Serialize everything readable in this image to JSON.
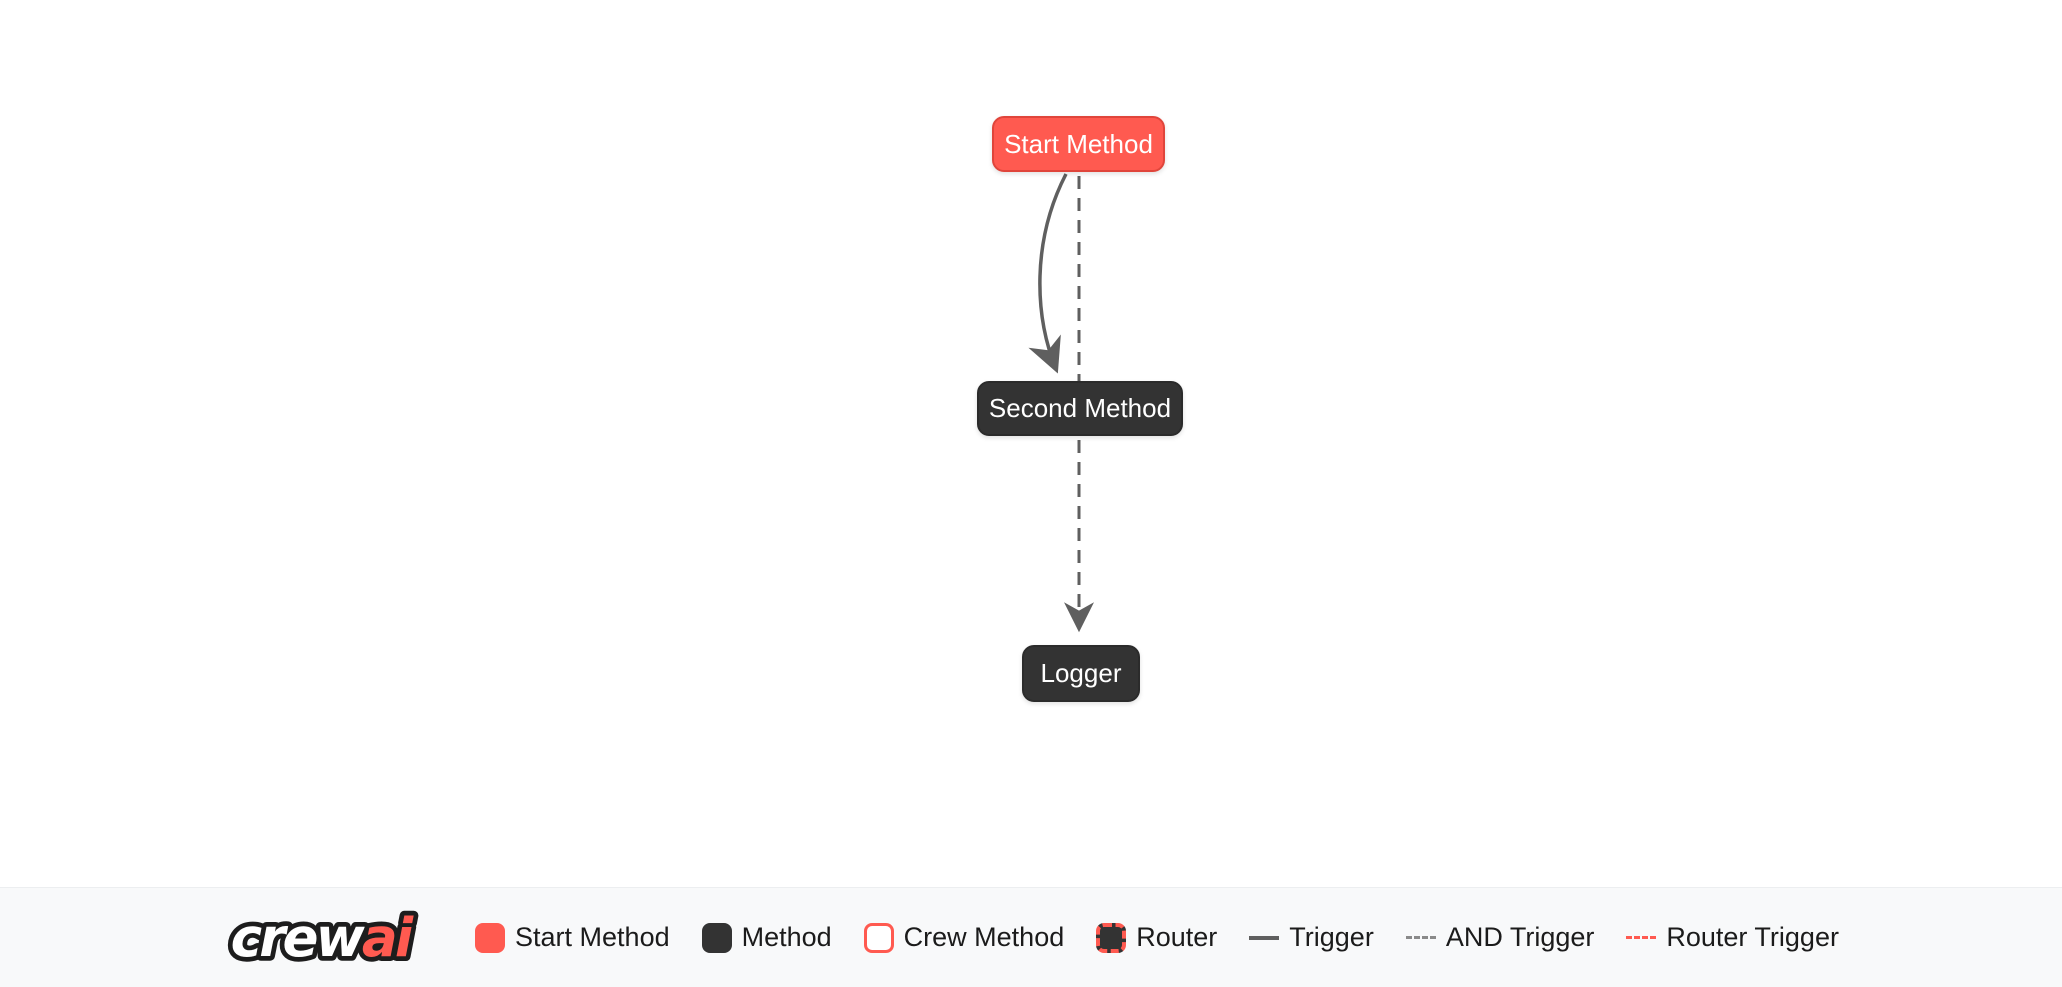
{
  "diagram": {
    "nodes": [
      {
        "id": "start_method",
        "label": "Start Method",
        "type": "start-method"
      },
      {
        "id": "second_method",
        "label": "Second Method",
        "type": "method"
      },
      {
        "id": "logger",
        "label": "Logger",
        "type": "method"
      }
    ],
    "edges": [
      {
        "from": "start_method",
        "to": "second_method",
        "type": "trigger",
        "style": "solid-curved"
      },
      {
        "from": "start_method",
        "to": "logger",
        "type": "and-trigger",
        "style": "dashed-straight"
      }
    ]
  },
  "footer": {
    "logo": {
      "crew": "crew",
      "ai": "ai"
    },
    "legend": [
      {
        "label": "Start Method",
        "swatch": "start-node-color"
      },
      {
        "label": "Method",
        "swatch": "method-node-color"
      },
      {
        "label": "Crew Method",
        "swatch": "crew-method-outline"
      },
      {
        "label": "Router",
        "swatch": "router-dashed-outline"
      },
      {
        "label": "Trigger",
        "swatch": "solid-gray-line"
      },
      {
        "label": "AND Trigger",
        "swatch": "dashed-gray-line"
      },
      {
        "label": "Router Trigger",
        "swatch": "dashed-red-line"
      }
    ]
  },
  "colors": {
    "accent_red": "#FF5A50",
    "accent_red_border": "#E0453B",
    "node_dark": "#333333",
    "edge_gray": "#5F5F5F",
    "footer_bg": "#F8F9FA",
    "canvas_bg": "#FFFFFF",
    "legend_text": "#1B1B1B"
  }
}
